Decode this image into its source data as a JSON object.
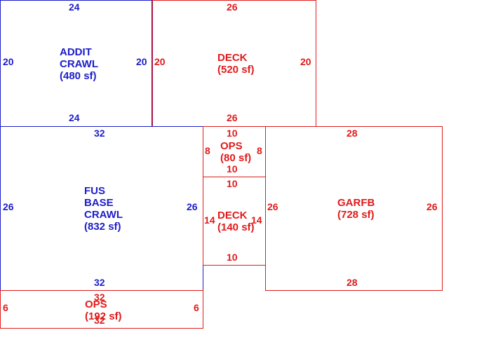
{
  "colors": {
    "blue": "#1d1dc9",
    "red": "#e01b1b"
  },
  "areas": {
    "addit_crawl": {
      "name_line1": "ADDIT",
      "name_line2": "CRAWL",
      "area": "(480 sf)",
      "dims": {
        "top": "24",
        "bottom": "24",
        "left": "20",
        "right": "20"
      }
    },
    "deck_upper": {
      "name": "DECK",
      "area": "(520 sf)",
      "dims": {
        "top": "26",
        "bottom": "26",
        "left": "20",
        "right": "20"
      }
    },
    "fus_base_crawl": {
      "name_line1": "FUS",
      "name_line2": "BASE",
      "name_line3": "CRAWL",
      "area": "(832 sf)",
      "dims": {
        "top": "32",
        "bottom": "32",
        "left": "26",
        "right": "26"
      }
    },
    "ops_small": {
      "name": "OPS",
      "area": "(80 sf)",
      "dims": {
        "top": "10",
        "bottom": "10",
        "left": "8",
        "right": "8"
      }
    },
    "deck_small": {
      "name": "DECK",
      "area": "(140 sf)",
      "dims": {
        "top": "10",
        "bottom": "10",
        "left": "14",
        "right": "14"
      }
    },
    "garfb": {
      "name": "GARFB",
      "area": "(728 sf)",
      "dims": {
        "top": "28",
        "bottom": "28",
        "left": "26",
        "right": "26"
      }
    },
    "ops_bottom": {
      "name": "OPS",
      "area": "(192 sf)",
      "dims": {
        "top": "32",
        "bottom": "32",
        "left": "6",
        "right": "6"
      }
    }
  }
}
